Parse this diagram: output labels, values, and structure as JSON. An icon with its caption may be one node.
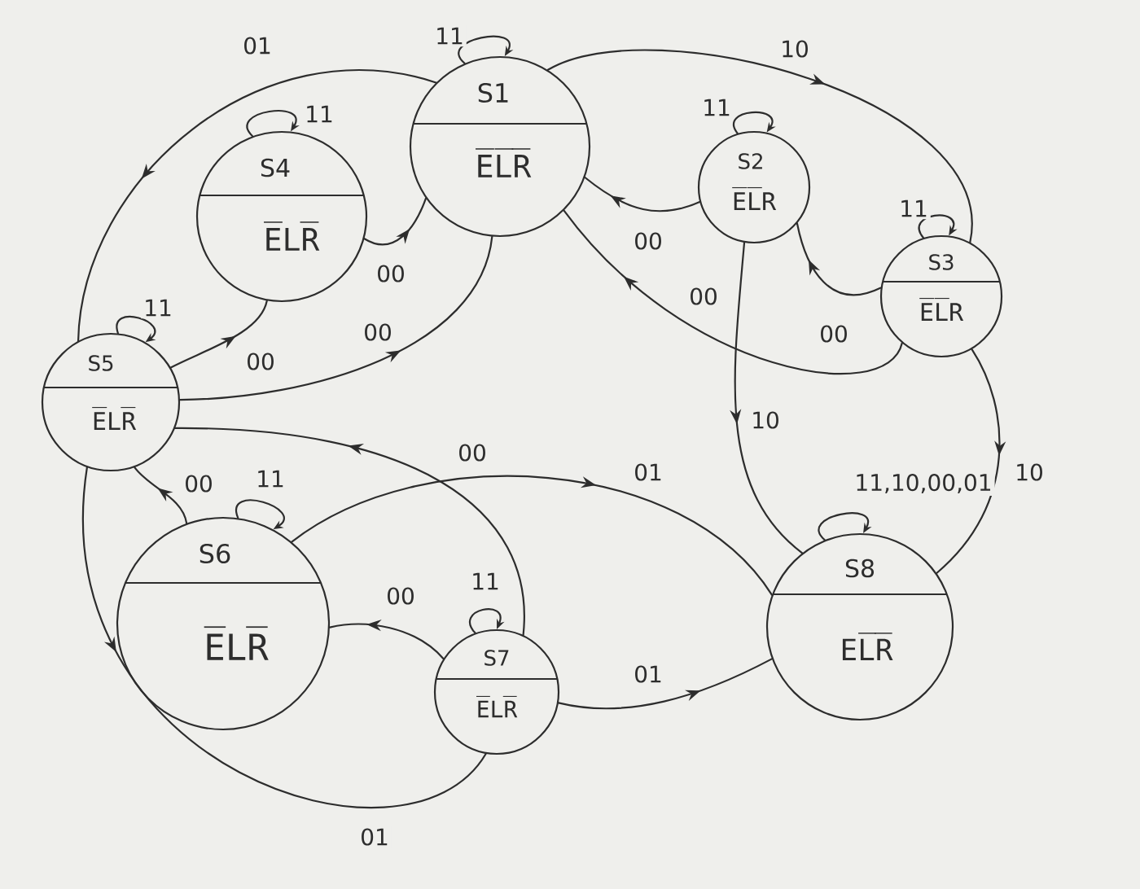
{
  "diagram": {
    "nodes": [
      {
        "text": [
          "S1",
          "E̅L̅R̅"
        ]
      },
      {
        "text": [
          "S2",
          "E̅L̅R"
        ]
      },
      {
        "text": [
          "S3",
          "E̅L̅R"
        ]
      },
      {
        "text": [
          "S4",
          "E̅LR̅"
        ]
      },
      {
        "text": [
          "S5",
          "E̅LR̅"
        ]
      },
      {
        "text": [
          "S6",
          "E̅LR̅"
        ]
      },
      {
        "text": [
          "S7",
          "E̅LR̅"
        ]
      },
      {
        "text": [
          "S8",
          "EL̅R̅"
        ]
      }
    ],
    "edges": [
      {
        "from": 0,
        "to": 0,
        "arrow": "to",
        "label": "11"
      },
      {
        "from": 1,
        "to": 1,
        "arrow": "to",
        "label": "11"
      },
      {
        "from": 2,
        "to": 2,
        "arrow": "to",
        "label": "11"
      },
      {
        "from": 3,
        "to": 3,
        "arrow": "to",
        "label": "11"
      },
      {
        "from": 4,
        "to": 4,
        "arrow": "to",
        "label": "11"
      },
      {
        "from": 5,
        "to": 5,
        "arrow": "to",
        "label": "11"
      },
      {
        "from": 6,
        "to": 6,
        "arrow": "to",
        "label": "11"
      },
      {
        "from": 7,
        "to": 7,
        "arrow": "to",
        "label": "11,10,00,01"
      },
      {
        "from": 0,
        "to": 2,
        "arrow": "to",
        "label": "10"
      },
      {
        "from": 0,
        "to": 4,
        "arrow": "to",
        "label": "01"
      },
      {
        "from": 1,
        "to": 0,
        "arrow": "to",
        "label": "00"
      },
      {
        "from": 2,
        "to": 1,
        "arrow": "to",
        "label": "00"
      },
      {
        "from": 2,
        "to": 0,
        "arrow": "to",
        "label": "00"
      },
      {
        "from": 3,
        "to": 0,
        "arrow": "to",
        "label": "00"
      },
      {
        "from": 4,
        "to": 3,
        "arrow": "to",
        "label": "00"
      },
      {
        "from": 4,
        "to": 0,
        "arrow": "to",
        "label": "00"
      },
      {
        "from": 5,
        "to": 4,
        "arrow": "to",
        "label": "00"
      },
      {
        "from": 6,
        "to": 4,
        "arrow": "to",
        "label": "00"
      },
      {
        "from": 6,
        "to": 5,
        "arrow": "to",
        "label": "00"
      },
      {
        "from": 5,
        "to": 7,
        "arrow": "to",
        "label": "01"
      },
      {
        "from": 6,
        "to": 7,
        "arrow": "to",
        "label": "01"
      },
      {
        "from": 4,
        "to": 6,
        "arrow": "to",
        "label": "01"
      },
      {
        "from": 1,
        "to": 7,
        "arrow": "to",
        "label": "10"
      },
      {
        "from": 2,
        "to": 7,
        "arrow": "to",
        "label": "10"
      }
    ]
  }
}
